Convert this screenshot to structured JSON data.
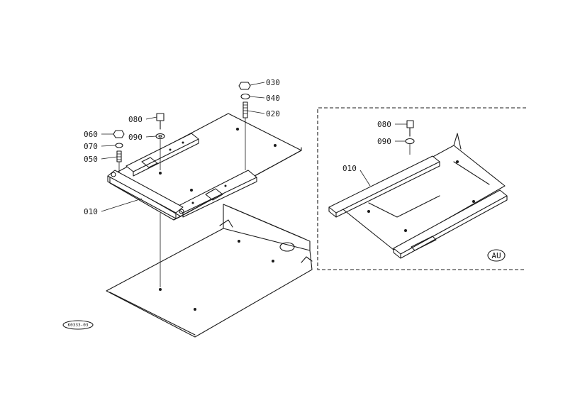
{
  "callouts": {
    "c030": "030",
    "c040": "040",
    "c020": "020",
    "c080": "080",
    "c090": "090",
    "c060": "060",
    "c070": "070",
    "c050": "050",
    "c010": "010",
    "au080": "080",
    "au090": "090",
    "au010": "010"
  },
  "variant_badge": "AU",
  "drawing_code": "K0333-03"
}
